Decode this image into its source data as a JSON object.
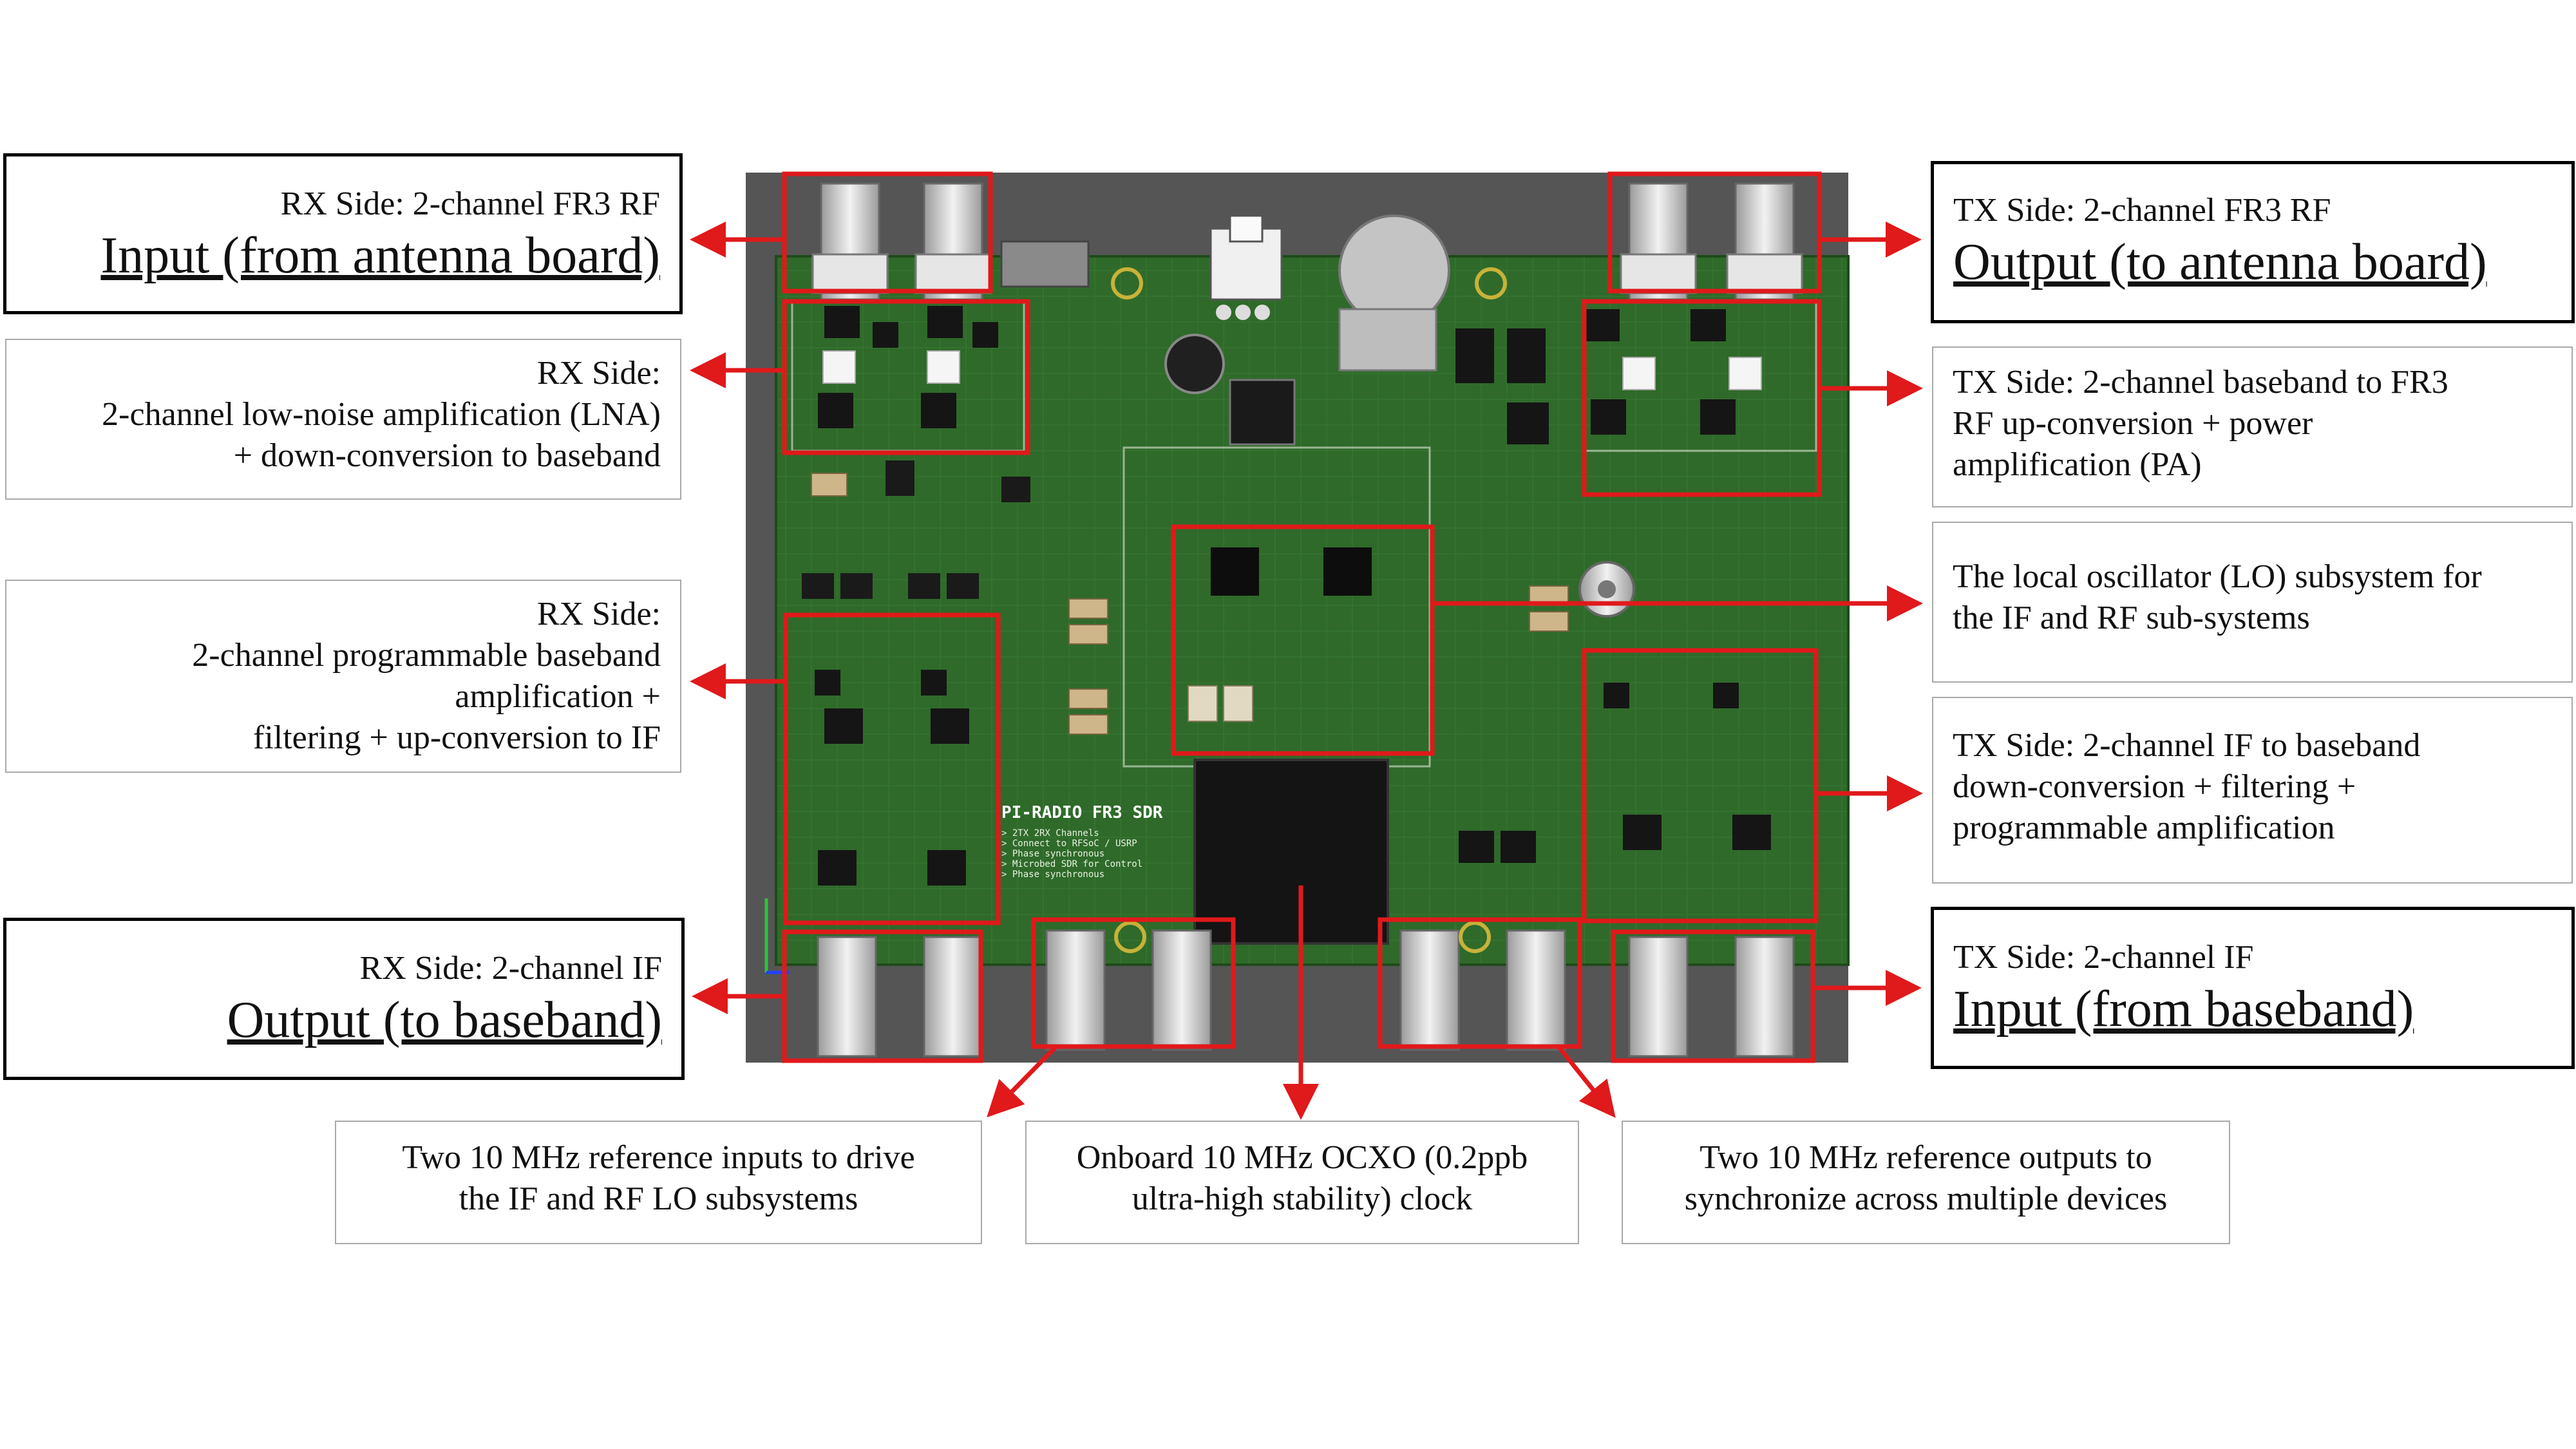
{
  "colors": {
    "pcb_green": "#2f6a2a",
    "enclosure": "#555555",
    "highlight_red": "#e0191b",
    "connector_silver": "#d8d8d8",
    "chip_black": "#151515"
  },
  "board": {
    "silkscreen_title": "PI-RADIO FR3 SDR",
    "silkscreen_lines": [
      "> 2TX 2RX Channels",
      "> Connect to RFSoC / USRP",
      "> Phase synchronous",
      "> Microbed SDR for Control",
      "> Phase synchronous"
    ]
  },
  "callouts": {
    "rx_rf_input": {
      "line1": "RX Side: 2-channel FR3 RF",
      "line2": "Input (from antenna board)"
    },
    "rx_lna": {
      "lines": [
        "RX Side:",
        "2-channel low-noise amplification (LNA)",
        "+ down-conversion to baseband"
      ]
    },
    "rx_baseband": {
      "lines": [
        "RX Side:",
        "2-channel programmable baseband",
        "amplification +",
        "filtering + up-conversion to IF"
      ]
    },
    "rx_if_output": {
      "line1": "RX Side: 2-channel IF",
      "line2": "Output (to baseband)"
    },
    "tx_rf_output": {
      "line1": "TX Side: 2-channel FR3 RF",
      "line2": "Output (to antenna board)"
    },
    "tx_upconv": {
      "lines": [
        "TX Side: 2-channel baseband to FR3",
        "RF up-conversion + power",
        "amplification (PA)"
      ]
    },
    "lo_subsystem": {
      "lines": [
        "The local oscillator (LO) subsystem for",
        "the IF and RF sub-systems"
      ]
    },
    "tx_if_downconv": {
      "lines": [
        "TX Side: 2-channel IF to baseband",
        "down-conversion + filtering +",
        "programmable amplification"
      ]
    },
    "tx_if_input": {
      "line1": "TX Side: 2-channel IF",
      "line2": "Input (from baseband)"
    },
    "ref_inputs": {
      "lines": [
        "Two 10 MHz reference inputs to drive",
        "the IF and RF LO subsystems"
      ]
    },
    "ocxo": {
      "lines": [
        "Onboard 10 MHz OCXO (0.2ppb",
        "ultra-high stability) clock"
      ]
    },
    "ref_outputs": {
      "lines": [
        "Two 10 MHz reference outputs to",
        "synchronize across multiple devices"
      ]
    }
  }
}
